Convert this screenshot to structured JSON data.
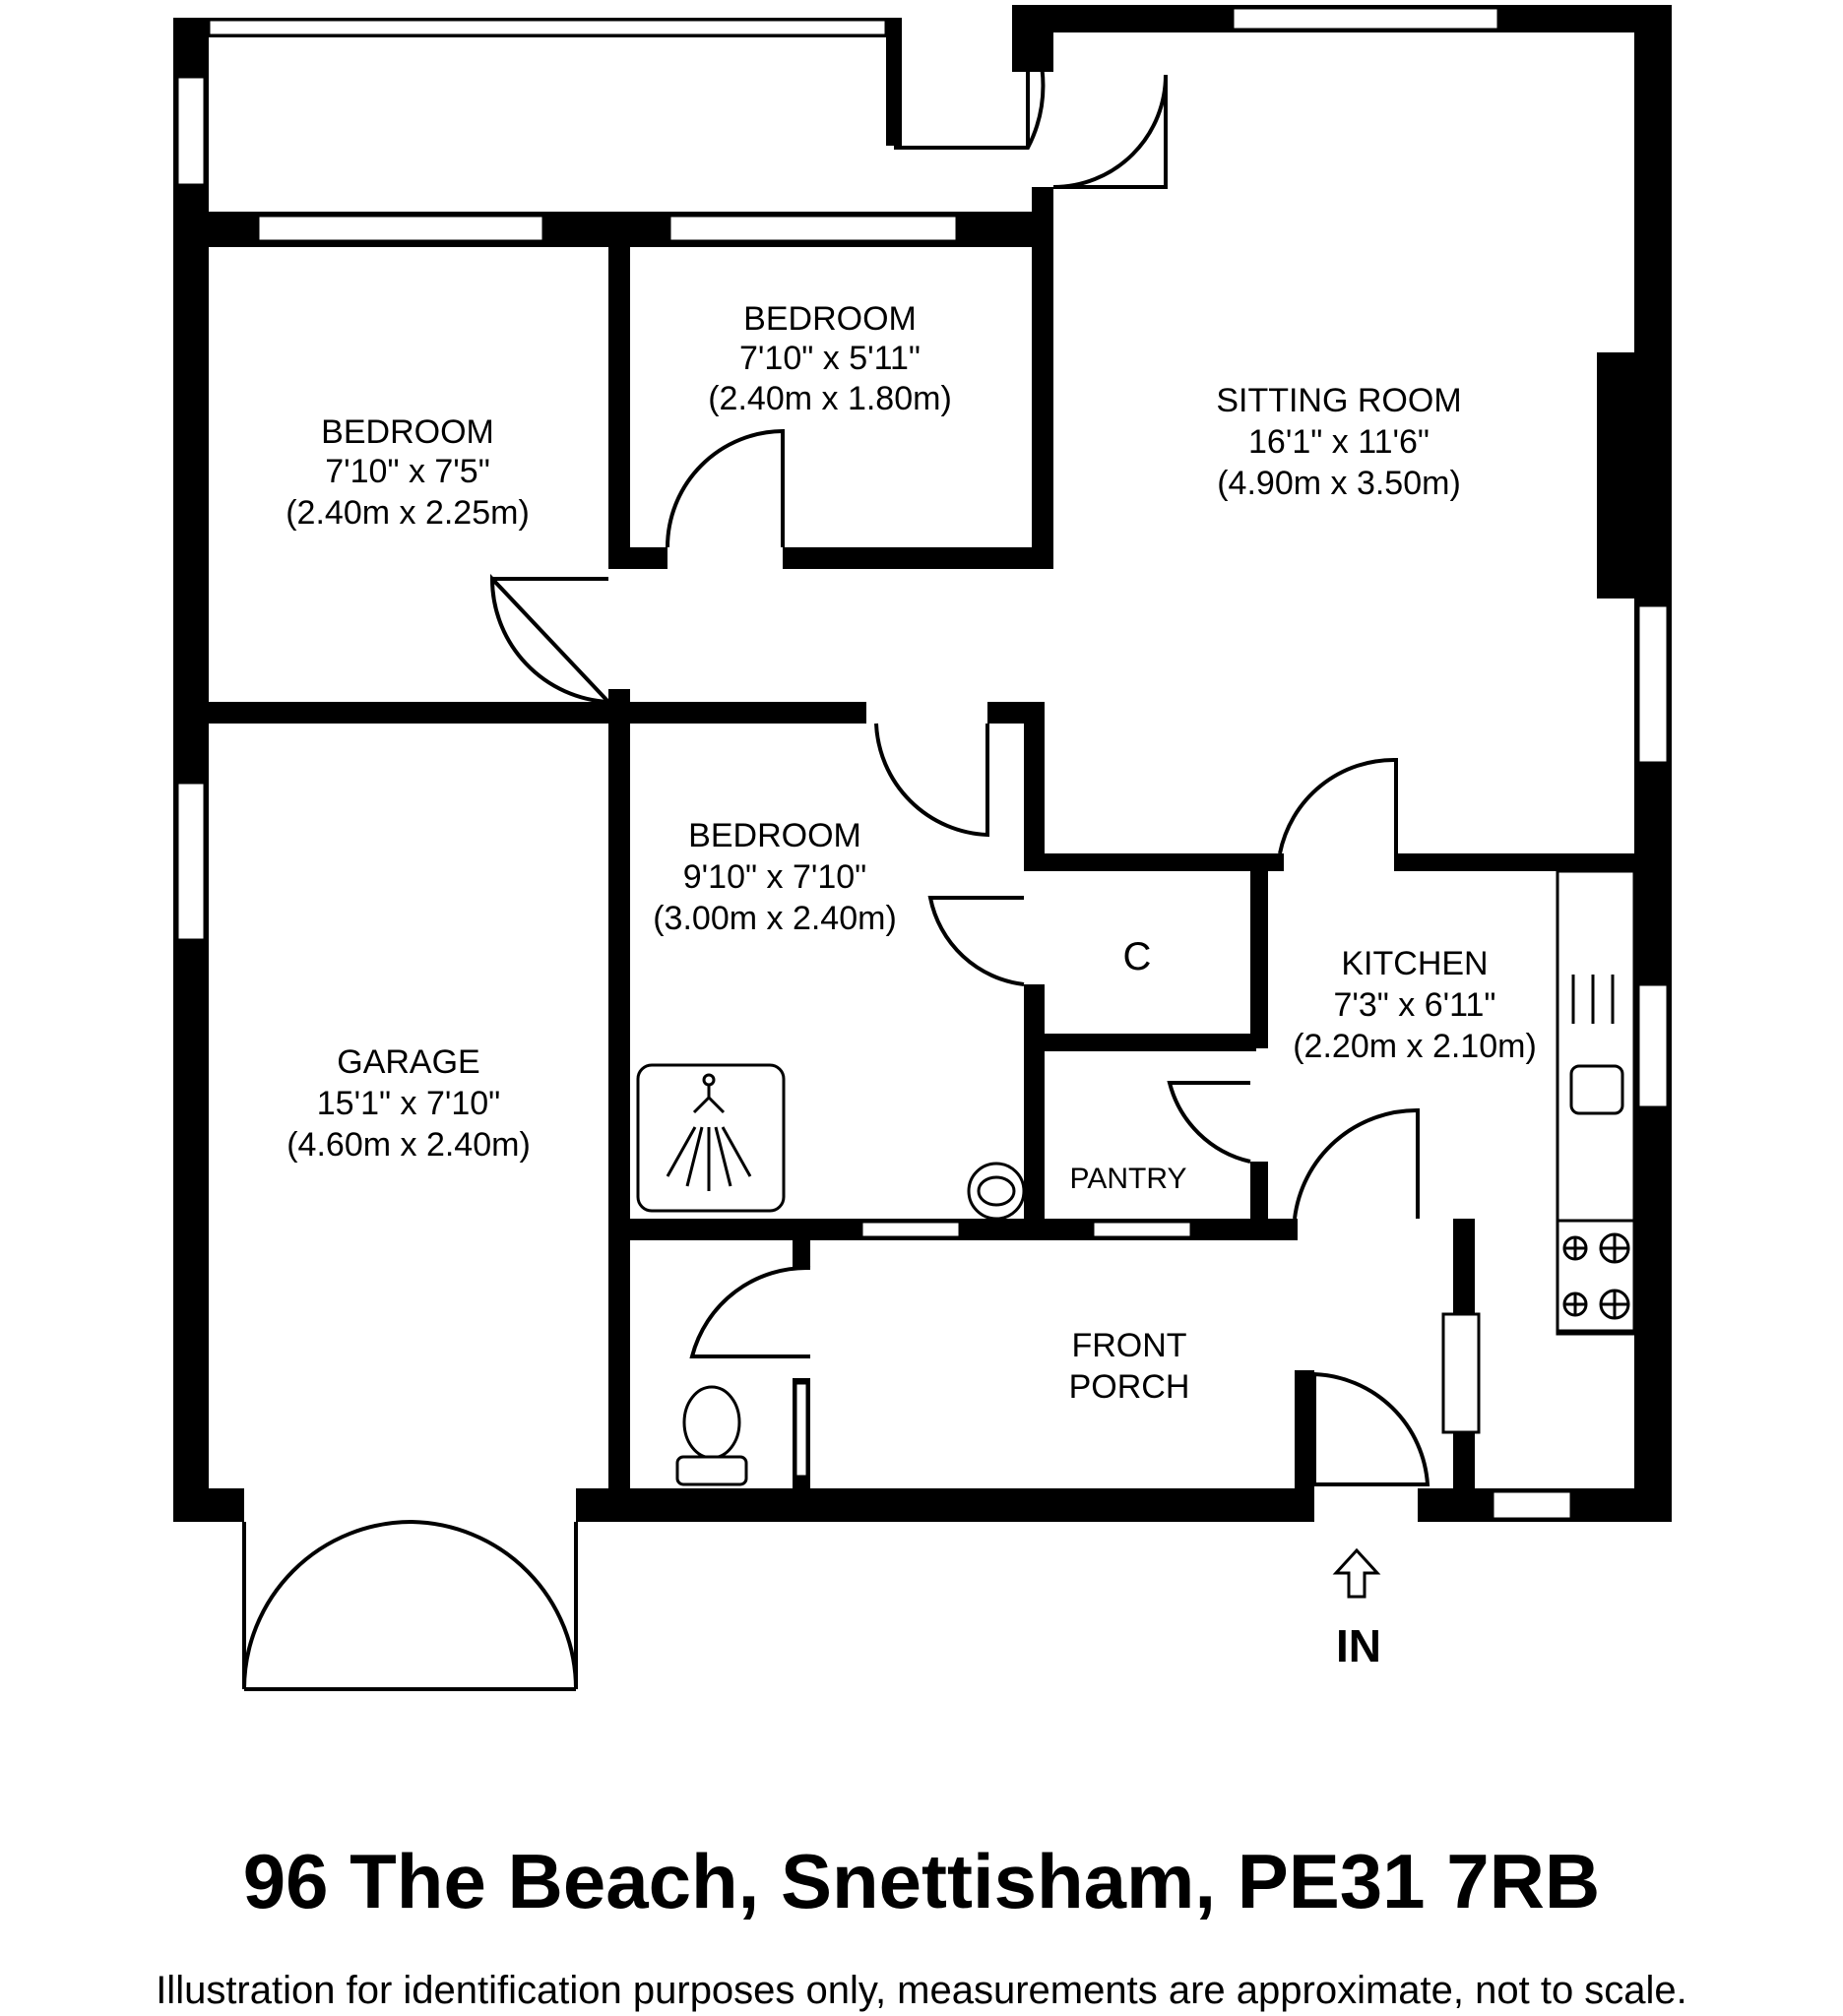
{
  "rooms": {
    "bedroom_top": {
      "name": "BEDROOM",
      "imperial": "7'10\" x 5'11\"",
      "metric": "(2.40m x 1.80m)"
    },
    "bedroom_left": {
      "name": "BEDROOM",
      "imperial": "7'10\" x 7'5\"",
      "metric": "(2.40m x 2.25m)"
    },
    "sitting_room": {
      "name": "SITTING ROOM",
      "imperial": "16'1\" x 11'6\"",
      "metric": "(4.90m x 3.50m)"
    },
    "bedroom_mid": {
      "name": "BEDROOM",
      "imperial": "9'10\" x 7'10\"",
      "metric": "(3.00m x 2.40m)"
    },
    "kitchen": {
      "name": "KITCHEN",
      "imperial": "7'3\" x 6'11\"",
      "metric": "(2.20m x 2.10m)"
    },
    "garage": {
      "name": "GARAGE",
      "imperial": "15'1\" x 7'10\"",
      "metric": "(4.60m x 2.40m)"
    },
    "cupboard": {
      "name": "C"
    },
    "pantry": {
      "name": "PANTRY"
    },
    "front_porch": {
      "line1": "FRONT",
      "line2": "PORCH"
    }
  },
  "entrance_label": "IN",
  "address": "96 The Beach, Snettisham, PE31 7RB",
  "disclaimer": "Illustration for identification purposes only, measurements are approximate, not to scale."
}
